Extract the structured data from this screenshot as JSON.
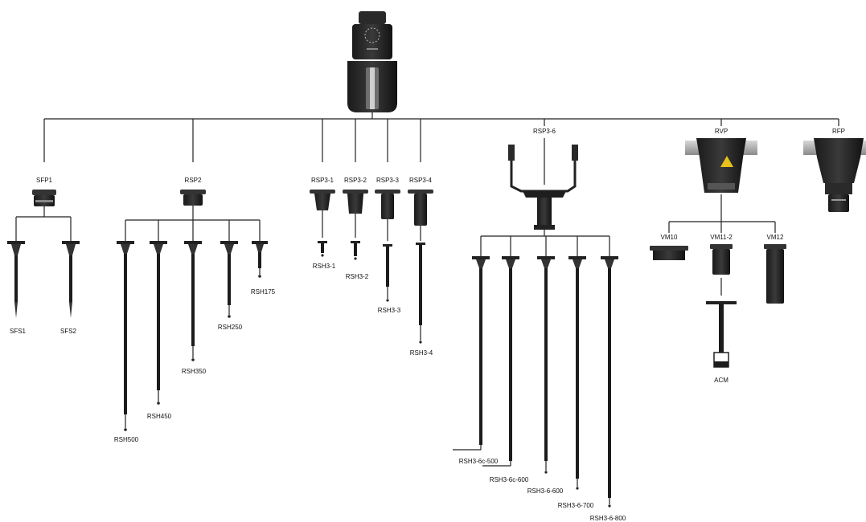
{
  "head_unit": {
    "icon": "probe-head-icon"
  },
  "branches": {
    "sfp1": {
      "label": "SFP1",
      "stylus_labels": [
        "SFS1",
        "SFS2"
      ]
    },
    "rsp2": {
      "label": "RSP2",
      "stylus_labels": [
        "RSH500",
        "RSH450",
        "RSH350",
        "RSH250",
        "RSH175"
      ]
    },
    "rsp3_1": {
      "label": "RSP3-1",
      "stylus_label": "RSH3-1"
    },
    "rsp3_2": {
      "label": "RSP3-2",
      "stylus_label": "RSH3-2"
    },
    "rsp3_3": {
      "label": "RSP3-3",
      "stylus_label": "RSH3-3"
    },
    "rsp3_4": {
      "label": "RSP3-4",
      "stylus_label": "RSH3-4"
    },
    "rsp3_6": {
      "label": "RSP3-6",
      "stylus_labels": [
        "RSH3-6c-500",
        "RSH3-6c-600",
        "RSH3-6-600",
        "RSH3-6-700",
        "RSH3-6-800"
      ]
    },
    "rvp": {
      "label": "RVP",
      "module_labels": [
        "VM10",
        "VM11-2",
        "VM12"
      ],
      "accessory_label": "ACM"
    },
    "rfp": {
      "label": "RFP"
    }
  }
}
